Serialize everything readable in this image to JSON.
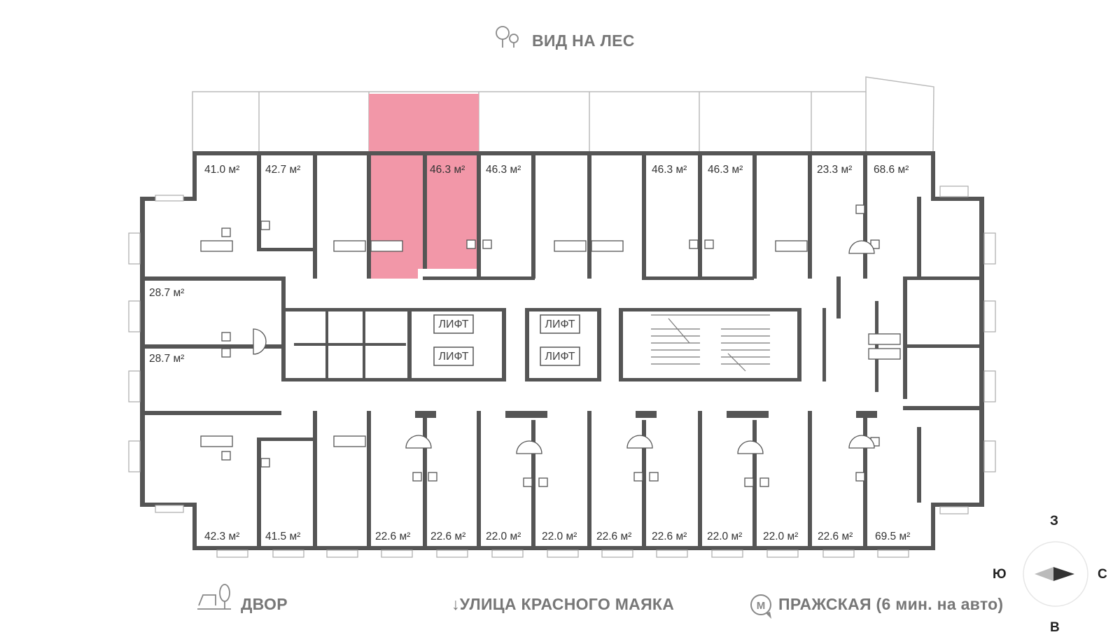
{
  "captions": {
    "forest": "ВИД НА ЛЕС",
    "yard": "ДВОР",
    "street": "↓УЛИЦА КРАСНОГО МАЯКА",
    "metro": "ПРАЖСКАЯ (6 мин. на авто)"
  },
  "compass": {
    "n": "З",
    "s": "В",
    "w": "Ю",
    "e": "С"
  },
  "lift_label": "ЛИФТ",
  "highlight_color": "#f297a8",
  "wall_color": "#555555",
  "apartments_top": [
    "41.0 м²",
    "42.7 м²",
    "46.3 м²",
    "46.3 м²",
    "46.3 м²",
    "46.3 м²",
    "23.3 м²",
    "68.6 м²"
  ],
  "apartments_left": [
    "28.7 м²",
    "28.7 м²"
  ],
  "apartments_bottom": [
    "42.3 м²",
    "41.5 м²",
    "22.6 м²",
    "22.6 м²",
    "22.0 м²",
    "22.0 м²",
    "22.6 м²",
    "22.6 м²",
    "22.0 м²",
    "22.0 м²",
    "22.6 м²",
    "69.5 м²"
  ],
  "selected_apartment": "46.3 м²"
}
